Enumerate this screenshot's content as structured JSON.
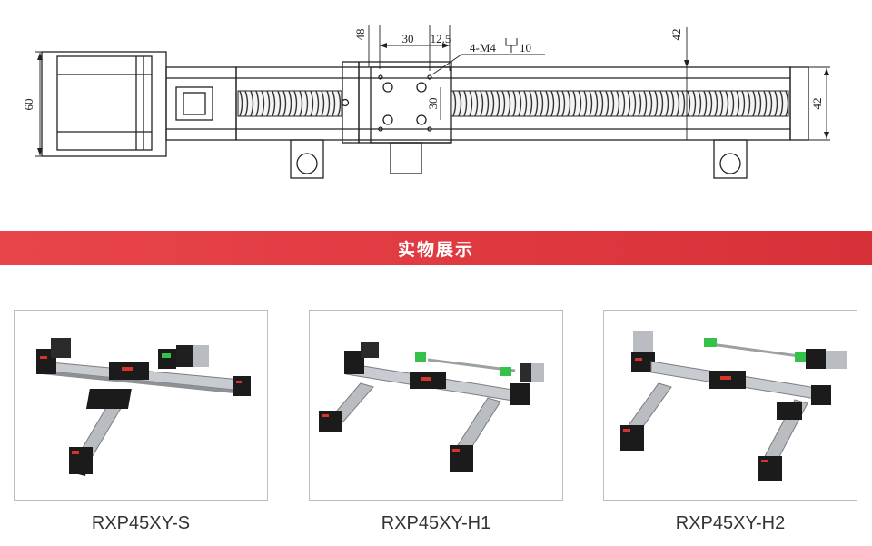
{
  "drawing": {
    "dimensions": {
      "height_left": "60",
      "top_48": "48",
      "d30": "30",
      "d12_5": "12.5",
      "holes": "4-M4",
      "depth": "10",
      "d30_vertical": "30",
      "right_42_top": "42",
      "right_42_side": "42"
    }
  },
  "banner": {
    "title": "实物展示"
  },
  "products": [
    {
      "model": "RXP45XY-S"
    },
    {
      "model": "RXP45XY-H1"
    },
    {
      "model": "RXP45XY-H2"
    }
  ],
  "colors": {
    "banner": "#e3403f",
    "accent_green": "#35c24a",
    "body_black": "#1b1b1b",
    "rail_silver": "#b9bcc0"
  }
}
